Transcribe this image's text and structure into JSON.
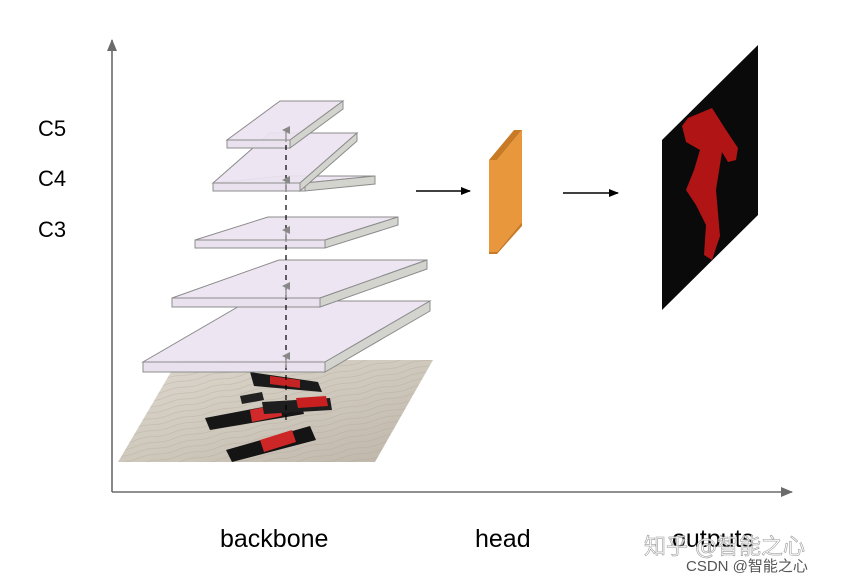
{
  "levels": {
    "c5": "C5",
    "c4": "C4",
    "c3": "C3"
  },
  "labels": {
    "backbone": "backbone",
    "head": "head",
    "outputs": "outputs"
  },
  "watermark": {
    "zhihu": "知乎 @智能之心",
    "csdn": "CSDN @智能之心"
  },
  "colors": {
    "axis": "#6b6b6b",
    "layer_fill": "#ece3f0",
    "layer_edge": "#d4d4cf",
    "head_front": "#e8973c",
    "head_side": "#c97a24",
    "output_bg": "#0a0a0a",
    "output_mask": "#b01414"
  }
}
